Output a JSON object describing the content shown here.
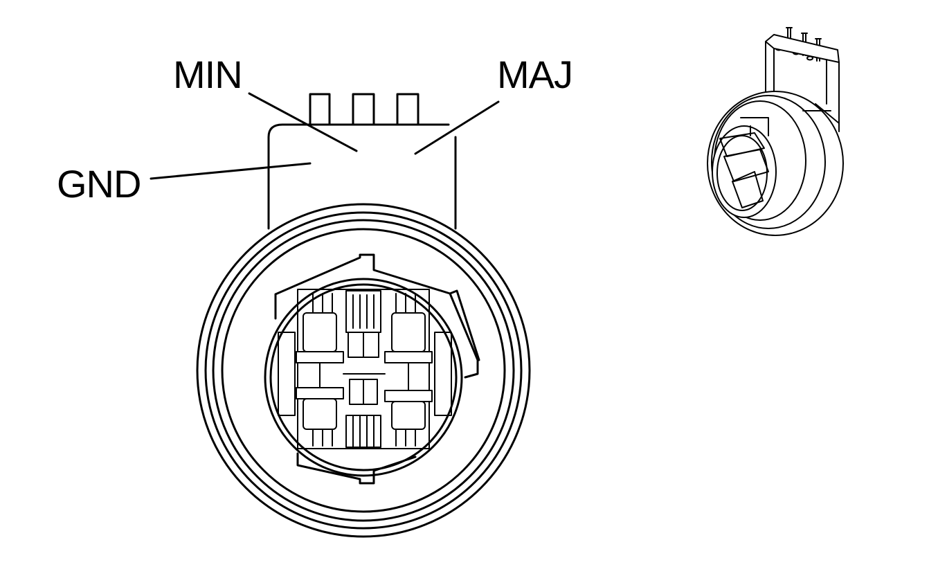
{
  "labels": {
    "min": "MIN",
    "maj": "MAJ",
    "gnd": "GND"
  },
  "colors": {
    "line": "#000000",
    "background": "#ffffff"
  }
}
